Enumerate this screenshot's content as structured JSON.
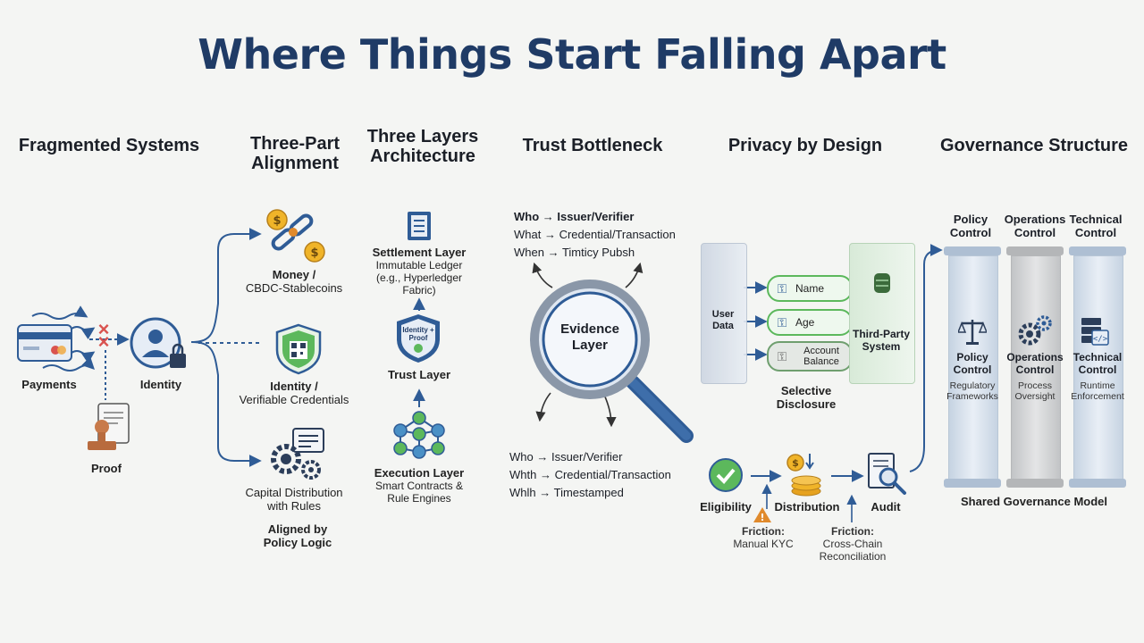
{
  "title": "Where Things Start Falling Apart",
  "sections": {
    "fragmented": {
      "heading": "Fragmented Systems",
      "payments": "Payments",
      "identity": "Identity",
      "proof": "Proof"
    },
    "alignment": {
      "heading": "Three-Part Alignment",
      "money_title": "Money /",
      "money_sub": "CBDC-Stablecoins",
      "identity_title": "Identity /",
      "identity_sub": "Verifiable Credentials",
      "capital_line1": "Capital Distribution",
      "capital_line2": "with Rules",
      "footer": "Aligned by Policy Logic"
    },
    "layers": {
      "heading": "Three Layers Architecture",
      "settlement_title": "Settlement Layer",
      "settlement_sub": "Immutable Ledger (e.g., Hyperledger Fabric)",
      "trust_badge": "Identity + Proof",
      "trust_title": "Trust Layer",
      "execution_title": "Execution Layer",
      "execution_sub": "Smart Contracts & Rule Engines"
    },
    "trust": {
      "heading": "Trust Bottleneck",
      "top_who": "Who → Issuer/Verifier",
      "top_what": "What → Credential/Transaction",
      "top_when": "When → Timticy Pubsh",
      "lens_label": "Evidence Layer",
      "bottom_who": "Who → Issuer/Verifier",
      "bottom_what": "Whth → Credential/Transaction",
      "bottom_when": "Whlh → Timestamped"
    },
    "privacy": {
      "heading": "Privacy by Design",
      "user_data": "User Data",
      "name": "Name",
      "age": "Age",
      "balance": "Account Balance",
      "third_party": "Third-Party System",
      "selective": "Selective Disclosure"
    },
    "flow": {
      "eligibility": "Eligibility",
      "distribution": "Distribution",
      "audit": "Audit",
      "friction1_title": "Friction:",
      "friction1_sub": "Manual KYC",
      "friction2_title": "Friction:",
      "friction2_sub": "Cross-Chain Reconciliation"
    },
    "governance": {
      "heading": "Governance Structure",
      "col1_head": "Policy Control",
      "col2_head": "Operations Control",
      "col3_head": "Technical Control",
      "col1_title": "Policy Control",
      "col1_sub": "Regulatory Frameworks",
      "col2_title": "Operations Control",
      "col2_sub": "Process Oversight",
      "col3_title": "Technical Control",
      "col3_sub": "Runtime Enforcement",
      "footer": "Shared Governance Model"
    }
  },
  "colors": {
    "title": "#1f3b66",
    "accent_blue": "#2f5c96",
    "green": "#5cb85c",
    "orange": "#e08a2c",
    "red": "#d9534f"
  }
}
